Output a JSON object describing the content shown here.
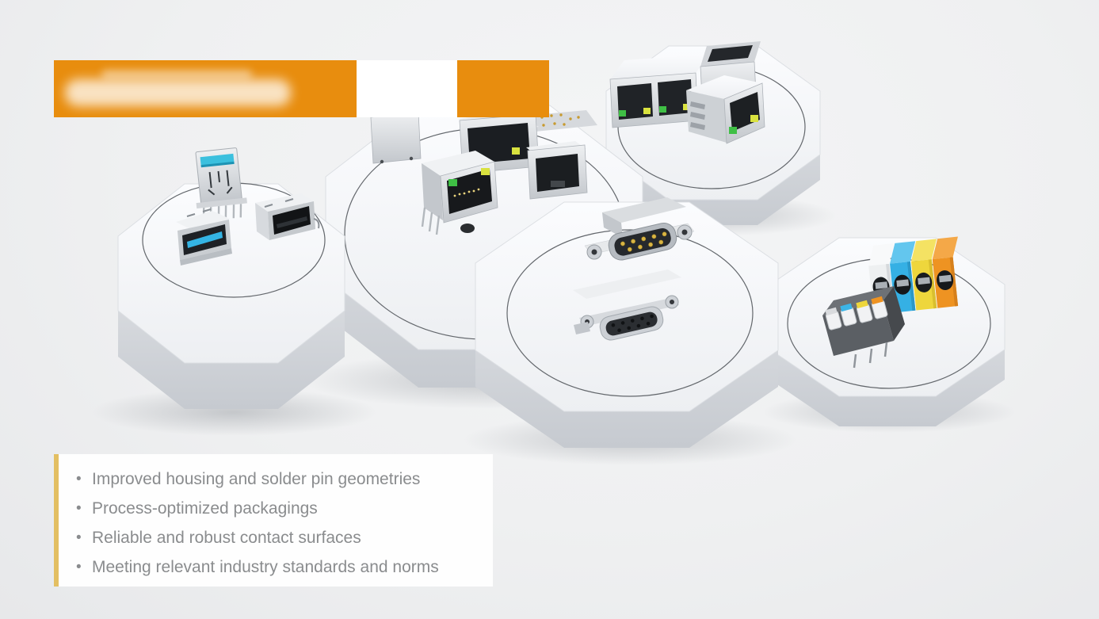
{
  "banner": {
    "color": "#E88D0E",
    "gap_color": "#FFFFFF",
    "text_readable": false
  },
  "bullet_panel": {
    "accent_color": "#E3BF62",
    "background": "#FFFFFF",
    "text_color": "#8A8C8E",
    "bullet_glyph": "•",
    "items": [
      "Improved housing and solder pin geometries",
      "Process-optimized packagings",
      "Reliable and robust contact surfaces",
      "Meeting relevant industry standards and norms"
    ]
  },
  "scene": {
    "background": "#EFF0F2",
    "platform_color": "#F8F9FB",
    "ring_color": "#63676C",
    "platforms": [
      {
        "name": "usb-type-a-connectors"
      },
      {
        "name": "rj45-modular-jacks"
      },
      {
        "name": "stacked-rj45-jacks"
      },
      {
        "name": "d-sub-de9-connectors"
      },
      {
        "name": "pcb-terminal-blocks"
      }
    ],
    "accent_colors": {
      "usb_blue": "#34B4E4",
      "led_green": "#3FBF45",
      "led_yellow": "#D9E23F",
      "terminal_blue": "#3CB4E6",
      "terminal_yellow": "#EED63C",
      "terminal_orange": "#EE9322",
      "dsub_pin_gold": "#D9B544"
    }
  }
}
